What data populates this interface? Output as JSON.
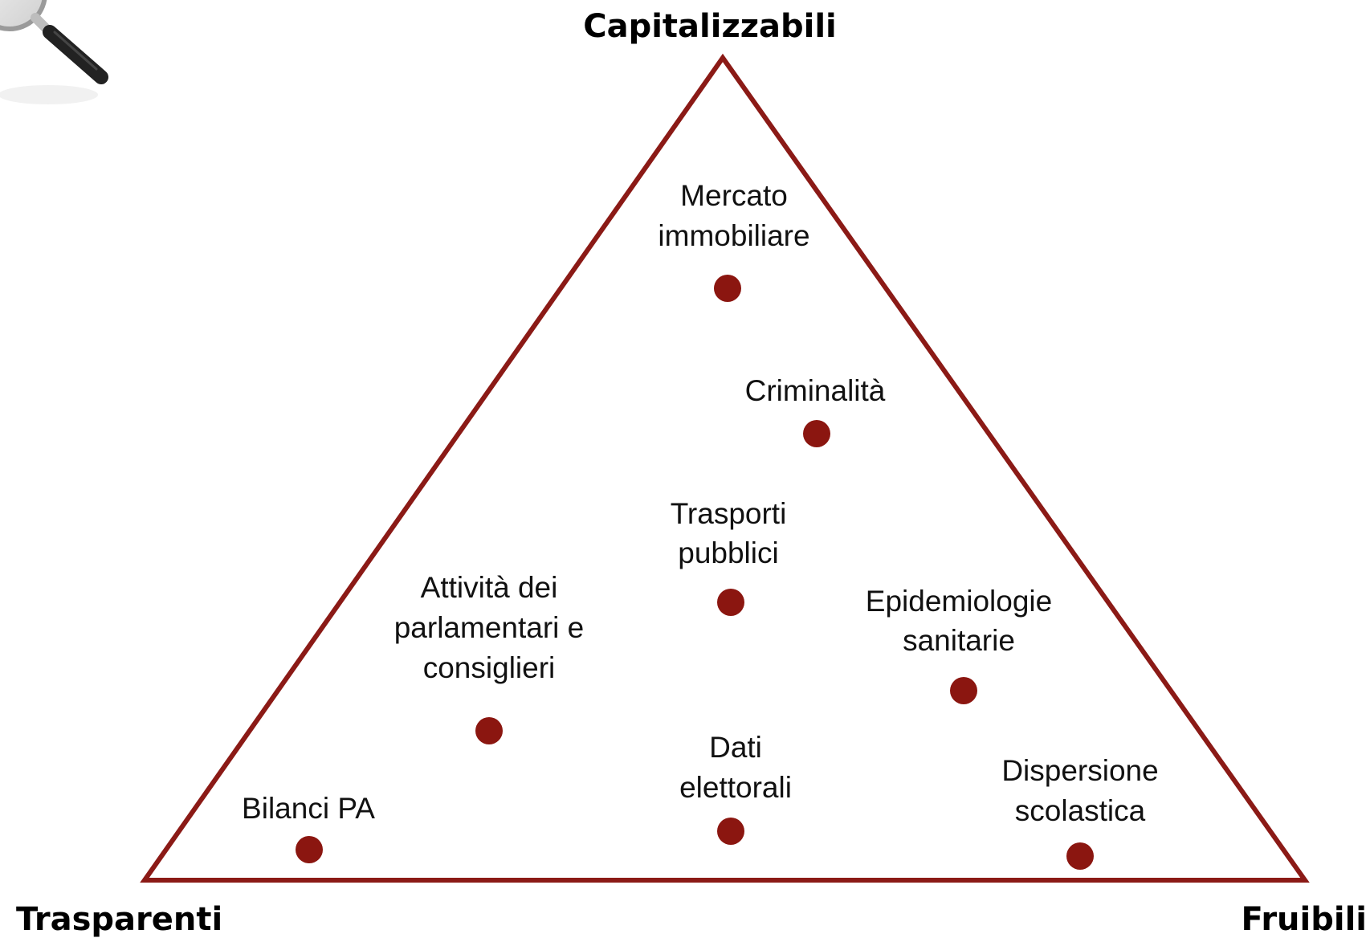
{
  "title": "",
  "colors": {
    "triangle_stroke": "#8b1a16",
    "dot_fill": "#8b1610",
    "text": "#000000"
  },
  "icons": {
    "corner": "magnifying-glass-icon"
  },
  "vertices": {
    "top": "Capitalizzabili",
    "bottom_left": "Trasparenti",
    "bottom_right": "Fruibili"
  },
  "items": [
    {
      "id": "mercato-immobiliare",
      "lines": [
        "Mercato",
        "immobiliare"
      ]
    },
    {
      "id": "criminalita",
      "lines": [
        "Criminalità"
      ]
    },
    {
      "id": "trasporti-pubblici",
      "lines": [
        "Trasporti",
        "pubblici"
      ]
    },
    {
      "id": "attivita-parlamentari",
      "lines": [
        "Attività dei",
        "parlamentari e",
        "consiglieri"
      ]
    },
    {
      "id": "epidemiologie-sanitarie",
      "lines": [
        "Epidemiologie",
        "sanitarie"
      ]
    },
    {
      "id": "dati-elettorali",
      "lines": [
        "Dati",
        "elettorali"
      ]
    },
    {
      "id": "dispersione-scolastica",
      "lines": [
        "Dispersione",
        "scolastica"
      ]
    },
    {
      "id": "bilanci-pa",
      "lines": [
        "Bilanci PA"
      ]
    }
  ]
}
